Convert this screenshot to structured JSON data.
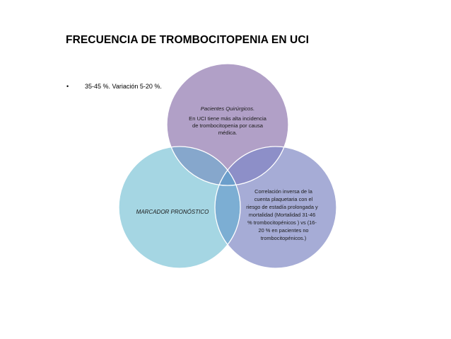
{
  "slide": {
    "title": "FRECUENCIA DE TROMBOCITOPENIA EN UCI",
    "bullet_symbol": "•",
    "bullet_text": "35-45 %. Variación   5-20 %."
  },
  "venn": {
    "circles": [
      {
        "id": "top",
        "heading": "Pacientes Quirúrgicos.",
        "lines": [
          "En UCI tiene más alta incidencia",
          "de trombocitopenia  por causa",
          "médica."
        ],
        "fill": "#b1a0c7"
      },
      {
        "id": "left",
        "heading": "MARCADOR PRONÓSTICO",
        "lines": [],
        "fill": "#a5d6e3"
      },
      {
        "id": "right",
        "heading": "",
        "lines": [
          "Correlación inversa   de la",
          "cuenta plaquetaria  con el",
          "riesgo de estadía prolongada y",
          "mortalidad (Mortalidad  31-46",
          "% trombocitopénicos )  vs (16-",
          "20 % en pacientes no",
          "trombocitopénicos.)"
        ],
        "fill": "#a6acd6"
      }
    ],
    "overlap_colors": {
      "top_left": "#86a7cc",
      "top_right": "#8d8fc8",
      "left_right": "#7caed3",
      "center": "#6b9ecb"
    }
  }
}
